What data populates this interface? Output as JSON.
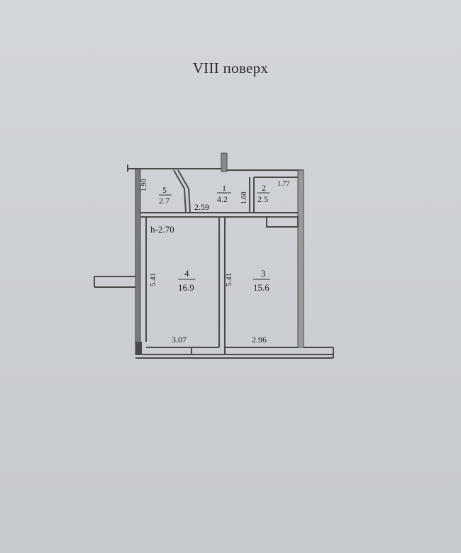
{
  "floor_title": "VIII поверх",
  "ceiling_height": "h-2.70",
  "rooms": [
    {
      "number": "5",
      "area": "2.7"
    },
    {
      "number": "1",
      "area": "4.2"
    },
    {
      "number": "2",
      "area": "2.5"
    },
    {
      "number": "4",
      "area": "16.9"
    },
    {
      "number": "3",
      "area": "15.6"
    }
  ],
  "dimensions": {
    "room5_height": "1.90",
    "hall_width": "2.59",
    "hall_height": "1.60",
    "room2_width": "1.77",
    "room4_length": "5.41",
    "room4_width": "3.07",
    "room3_length": "5.41",
    "room3_width": "2.96"
  },
  "colors": {
    "wall": "#5a5a5a",
    "wall_dark": "#3a3a3a",
    "line": "#333333"
  }
}
